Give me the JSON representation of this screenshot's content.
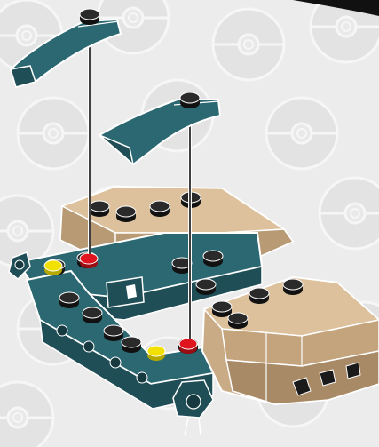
{
  "diagram": {
    "kind": "brick-building-instruction-step",
    "background": {
      "pattern": "poke-ball-pattern",
      "base_color": "#ececec",
      "pattern_color": "#e0e0e0",
      "outline_color": "#f7f7f7"
    },
    "colors": {
      "dark_teal": "#1f4e56",
      "dark_teal_light": "#2b6872",
      "dark_teal_shadow": "#163a40",
      "tan": "#c9ab85",
      "tan_light": "#dcc19c",
      "tan_shadow": "#a88a66",
      "stud_black": "#1a1a1a",
      "highlight_red": "#e0141e",
      "highlight_yellow": "#f2e000",
      "outline": "#ffffff",
      "guide_line": "#111111"
    },
    "parts": [
      {
        "name": "curved-slope-teal",
        "color": "dark_teal",
        "count": 2,
        "role": "new-part"
      },
      {
        "name": "wedge-plate-tan",
        "color": "tan",
        "count": 2,
        "role": "existing-model"
      },
      {
        "name": "technic-brick-teal",
        "color": "dark_teal",
        "count": 2,
        "role": "existing-model"
      },
      {
        "name": "ball-joint-connector-teal",
        "color": "dark_teal",
        "count": 2,
        "role": "existing-model"
      }
    ],
    "attachment_markers": [
      {
        "name": "marker-red-back",
        "color": "highlight_red",
        "target": "curved-slope-left"
      },
      {
        "name": "marker-red-front",
        "color": "highlight_red",
        "target": "curved-slope-right"
      },
      {
        "name": "marker-yellow-back",
        "color": "highlight_yellow"
      },
      {
        "name": "marker-yellow-front",
        "color": "highlight_yellow"
      }
    ],
    "guide_lines": 2
  }
}
